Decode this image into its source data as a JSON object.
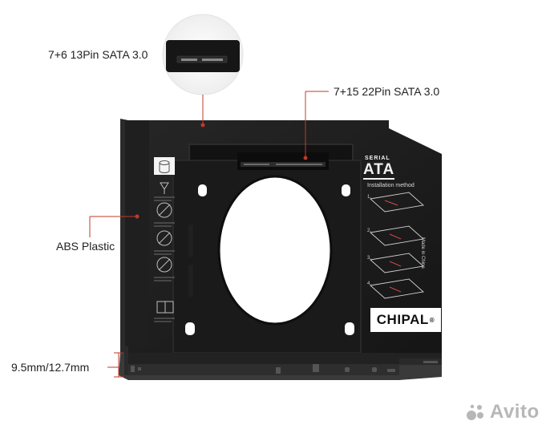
{
  "labels": {
    "pin13": "7+6 13Pin SATA 3.0",
    "pin22": "7+15 22Pin SATA 3.0",
    "material": "ABS Plastic",
    "thickness": "9.5mm/12.7mm"
  },
  "product": {
    "logo_top": "SERIAL",
    "logo_main": "ATA",
    "install_title": "Installation method",
    "brand": "CHIPAL",
    "brand_mark": "®",
    "origin": "Made in China"
  },
  "watermark": {
    "text": "Avito"
  },
  "colors": {
    "accent_line": "#c0392b",
    "caddy_body": "#1b1b1b",
    "caddy_edge": "#2e2e2e",
    "background": "#ffffff"
  }
}
